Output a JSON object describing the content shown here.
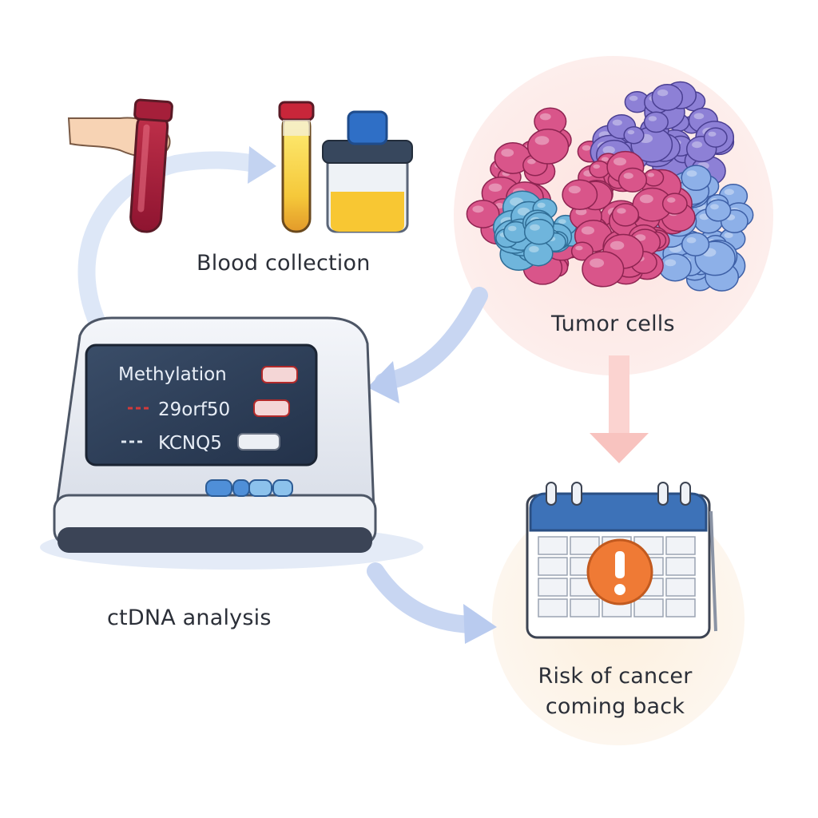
{
  "nodes": {
    "blood": {
      "label": "Blood collection"
    },
    "tumor": {
      "label": "Tumor cells"
    },
    "analysis": {
      "label": "ctDNA analysis"
    },
    "risk": {
      "label_lines": [
        "Risk of cancer",
        "coming back"
      ]
    }
  },
  "device_screen": {
    "title": "Methylation",
    "rows": [
      "29orf50",
      "KCNQ5"
    ]
  },
  "colors": {
    "arrow_blue": "#c3d3f1",
    "arrow_pink": "#f6c9c6",
    "tumor_bg": "#fde6e3",
    "risk_bg": "#fdf1e3",
    "screen": "#2e3e55",
    "alert": "#ef7a35",
    "calendar_header": "#3d72b8"
  }
}
